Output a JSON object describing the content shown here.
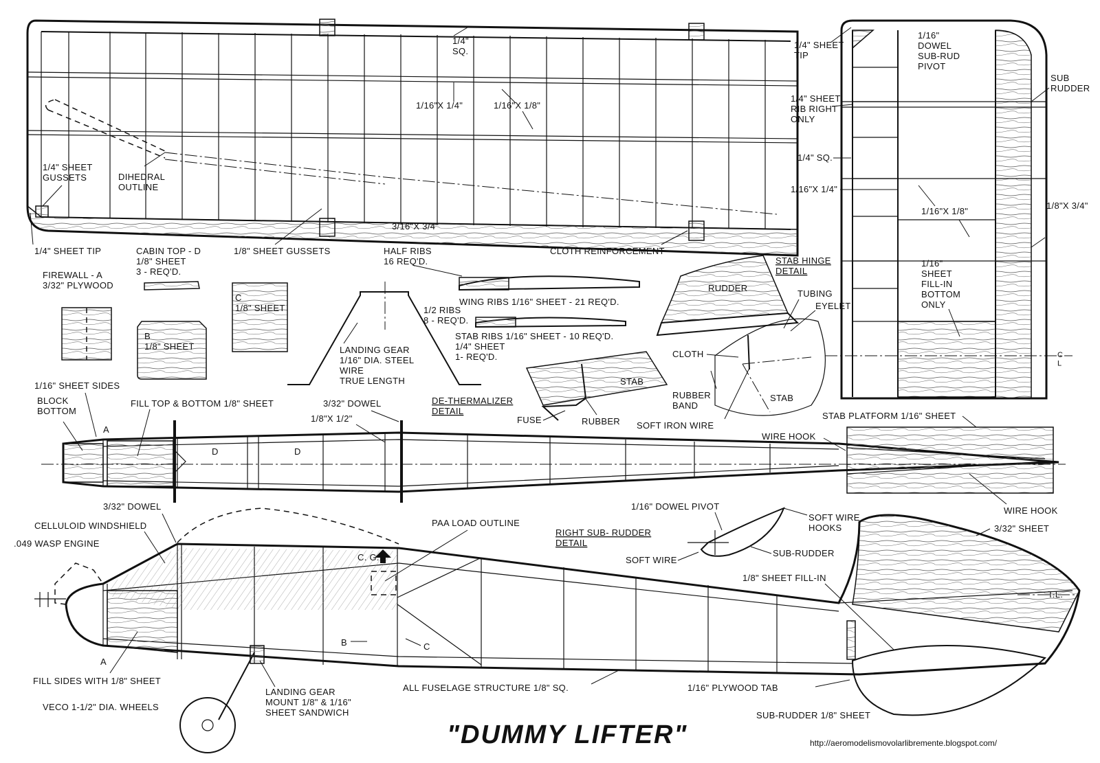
{
  "title": "\"DUMMY LIFTER\"",
  "url": "http://aeromodelismovolarlibremente.blogspot.com/",
  "ink_color": "#111111",
  "paper_color": "#ffffff",
  "wing": {
    "sq": "1/4\"\nSQ.",
    "spar1": "1/16\"X 1/4\"",
    "spar2": "1/16\"X 1/8\"",
    "gussets_left": "1/4\" SHEET\nGUSSETS",
    "dihedral": "DIHEDRAL\nOUTLINE",
    "te": "3/16\"X 3/4\"",
    "tip": "1/4\" SHEET TIP",
    "gussets": "1/8\" SHEET GUSSETS",
    "cloth": "CLOTH REINFORCEMENT"
  },
  "stab": {
    "tip": "1/4\" SHEET\nTIP",
    "dowel": "1/16\"\nDOWEL\nSUB-RUD\nPIVOT",
    "sub_rudder": "SUB\nRUDDER",
    "rib_right": "1/4\" SHEET\nRIB RIGHT\nONLY",
    "sq": "1/4\" SQ.",
    "spar1": "1/16\"X 1/4\"",
    "spar2": "1/16\"X 1/8\"",
    "te": "1/8\"X 3/4\"",
    "fill": "1/16\"\nSHEET\nFILL-IN\nBOTTOM\nONLY",
    "cl": "C\nL"
  },
  "parts": {
    "cabin_top": "CABIN TOP - D\n1/8\" SHEET\n3 - REQ'D.",
    "firewall": "FIREWALL - A\n3/32\" PLYWOOD",
    "c_label": "C\n1/8\" SHEET",
    "b_label": "B\n1/8\" SHEET",
    "half_ribs": "HALF RIBS\n16 REQ'D.",
    "wing_ribs": "WING RIBS 1/16\" SHEET - 21 REQ'D.",
    "half_ribs2": "1/2 RIBS\n8 - REQ'D.",
    "stab_ribs": "STAB RIBS 1/16\" SHEET - 10 REQ'D.\n1/4\" SHEET\n1- REQ'D.",
    "landing_gear": "LANDING GEAR\n1/16\" DIA. STEEL\nWIRE\nTRUE LENGTH"
  },
  "dethermalizer": {
    "title": "DE-THERMALIZER\nDETAIL",
    "stab": "STAB",
    "fuse": "FUSE",
    "rubber": "RUBBER"
  },
  "stab_hinge": {
    "title": "STAB HINGE\nDETAIL",
    "rudder": "RUDDER",
    "tubing": "TUBING",
    "eyelet": "EYELET",
    "cloth": "CLOTH",
    "rubber_band": "RUBBER\nBAND",
    "stab": "STAB",
    "soft_iron": "SOFT IRON WIRE"
  },
  "fuselage_top": {
    "sides": "1/16\" SHEET SIDES",
    "block": "BLOCK\nBOTTOM",
    "fill": "FILL TOP & BOTTOM 1/8\" SHEET",
    "dowel": "3/32\" DOWEL",
    "strip": "1/8\"X 1/2\"",
    "a": "A",
    "d1": "D",
    "d2": "D",
    "platform": "STAB PLATFORM 1/16\" SHEET",
    "wire_hook1": "WIRE HOOK",
    "wire_hook2": "WIRE HOOK"
  },
  "fuselage_side": {
    "dowel": "3/32\" DOWEL",
    "windshield": "CELLULOID WINDSHIELD",
    "engine": ".049 WASP ENGINE",
    "paa": "PAA LOAD OUTLINE",
    "cg": "C. G.",
    "b": "B",
    "c": "C",
    "a": "A",
    "fill_sides": "FILL SIDES WITH 1/8\" SHEET",
    "wheels": "VECO 1-1/2\" DIA. WHEELS",
    "gear_mount": "LANDING GEAR\nMOUNT 1/8\" & 1/16\"\nSHEET SANDWICH",
    "structure": "ALL FUSELAGE STRUCTURE 1/8\" SQ.",
    "tab": "1/16\" PLYWOOD TAB",
    "sub_rudder_sheet": "SUB-RUDDER 1/8\" SHEET",
    "fin_sheet": "3/32\" SHEET",
    "fill_in": "1/8\" SHEET FILL-IN",
    "tl": "T.L."
  },
  "sub_rudder_detail": {
    "title": "RIGHT SUB- RUDDER\nDETAIL",
    "pivot": "1/16\" DOWEL PIVOT",
    "hooks": "SOFT WIRE\nHOOKS",
    "soft_wire": "SOFT WIRE",
    "sub_rudder": "SUB-RUDDER"
  }
}
